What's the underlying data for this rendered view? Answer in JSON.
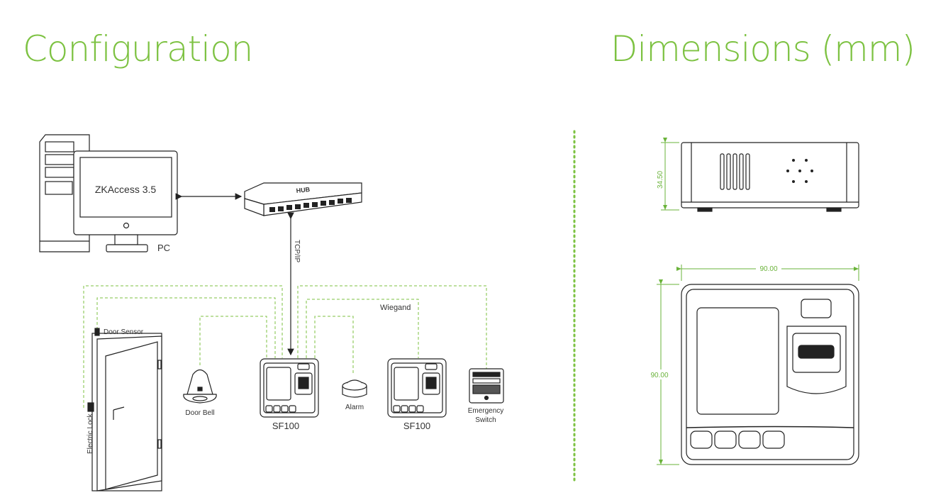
{
  "headings": {
    "configuration": "Configuration",
    "dimensions": "Dimensions (mm)"
  },
  "config": {
    "software": "ZKAccess 3.5",
    "pc_label": "PC",
    "hub_label": "HUB",
    "tcpip_label": "TCP/IP",
    "wiegand_label": "Wiegand",
    "door_sensor": "Door Sensor",
    "electric_lock": "Electric Lock",
    "door_bell": "Door Bell",
    "alarm": "Alarm",
    "device_left": "SF100",
    "device_right": "SF100",
    "emergency_line1": "Emergency",
    "emergency_line2": "Switch"
  },
  "dimensions": {
    "height": "34.50",
    "width": "90.00",
    "depth": "90.00"
  },
  "colors": {
    "accent": "#7dc242",
    "line": "#222222",
    "dimension": "#6ab33a"
  }
}
